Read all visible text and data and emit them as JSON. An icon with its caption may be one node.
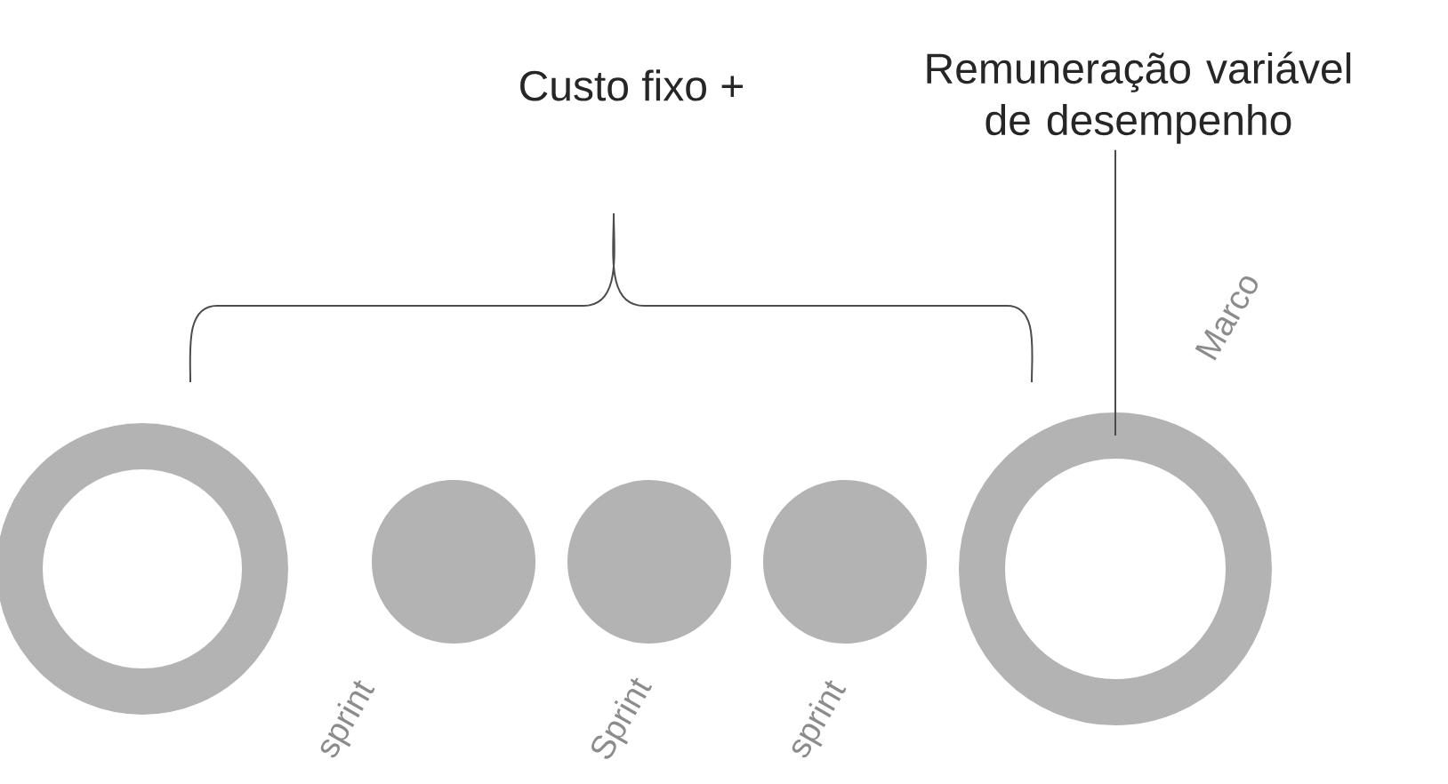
{
  "diagram": {
    "nodes": [
      {
        "text": [],
        "shape": "circle"
      },
      {
        "text": [],
        "shape": "circle",
        "beside": [
          "sprint"
        ]
      },
      {
        "text": [],
        "shape": "circle",
        "beside": [
          "Sprint"
        ]
      },
      {
        "text": [],
        "shape": "circle",
        "beside": [
          "sprint"
        ]
      },
      {
        "text": [],
        "shape": "circle",
        "beside": [
          "Marco"
        ]
      },
      {
        "text": [
          "Remuneração variável de desempenho"
        ]
      }
    ],
    "edges": [
      {
        "from": 5,
        "to": 4,
        "arrow": "none"
      }
    ],
    "labels": [
      "Custo fixo +"
    ]
  }
}
